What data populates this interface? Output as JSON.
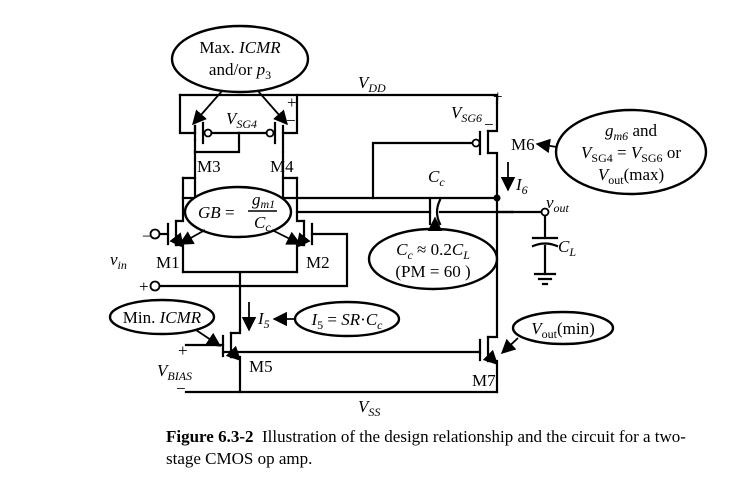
{
  "figure": {
    "number": "Figure 6.3-2",
    "caption": "Illustration of the design relationship and the circuit for a two-stage CMOS op amp."
  },
  "labels": {
    "vdd": "V",
    "vdd_sub": "DD",
    "vss": "V",
    "vss_sub": "SS",
    "vsg4": "V",
    "vsg4_sub": "SG4",
    "vsg6": "V",
    "vsg6_sub": "SG6",
    "vbias": "V",
    "vbias_sub": "BIAS",
    "vin": "v",
    "vin_sub": "in",
    "vout": "v",
    "vout_sub": "out",
    "i5": "I",
    "i5_sub": "5",
    "i6": "I",
    "i6_sub": "6",
    "cc": "C",
    "cc_sub": "c",
    "cl": "C",
    "cl_sub": "L",
    "plus": "+",
    "minus": "−",
    "minus_sign": "–"
  },
  "transistors": [
    "M1",
    "M2",
    "M3",
    "M4",
    "M5",
    "M6",
    "M7"
  ],
  "bubbles": {
    "icmr_max_1": "Max. ",
    "icmr_max_2": "ICMR",
    "icmr_max_3": "and/or ",
    "icmr_max_4": "p",
    "icmr_max_5": "3",
    "gb_1": "GB",
    "gb_2": " = ",
    "gb_3": "g",
    "gb_4": "m1",
    "gb_5": "C",
    "gb_6": "c",
    "cc_1": "C",
    "cc_2": "c",
    "cc_3": " ≈ 0.2",
    "cc_4": "C",
    "cc_5": "L",
    "cc_6": "(PM = 60 )",
    "icmr_min_1": "Min. ",
    "icmr_min_2": "ICMR",
    "i5_1": "I",
    "i5_2": "5",
    "i5_3": " = ",
    "i5_4": "SR",
    "i5_5": "·",
    "i5_6": "C",
    "i5_7": "c",
    "gm6_1": "g",
    "gm6_2": "m6",
    "gm6_3": " and",
    "gm6_4": "V",
    "gm6_5": "SG4",
    "gm6_6": " = ",
    "gm6_7": "V",
    "gm6_8": "SG6",
    "gm6_9": " or",
    "gm6_10": "V",
    "gm6_11": "out",
    "gm6_12": "(max)",
    "voutmin_1": "V",
    "voutmin_2": "out",
    "voutmin_3": "(min)"
  }
}
